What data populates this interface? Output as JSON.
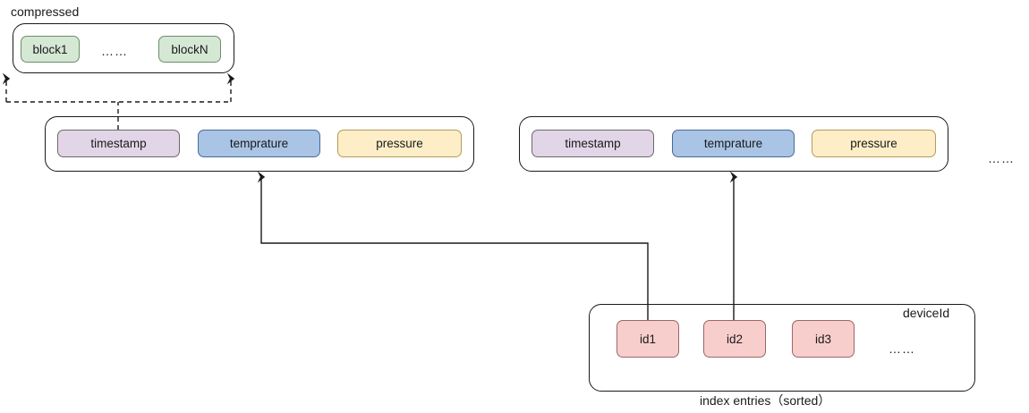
{
  "diagram": {
    "compressed_label": "compressed",
    "far_right_ellipsis": "……",
    "compressed_group": {
      "blocks": [
        {
          "label": "block1"
        },
        {
          "label": "blockN"
        }
      ],
      "inner_ellipsis": "……"
    },
    "chunks": [
      {
        "columns": [
          {
            "label": "timestamp",
            "color": "#e1d5e7"
          },
          {
            "label": "temprature",
            "color": "#a9c4e4"
          },
          {
            "label": "pressure",
            "color": "#fdeec8"
          }
        ]
      },
      {
        "columns": [
          {
            "label": "timestamp",
            "color": "#e1d5e7"
          },
          {
            "label": "temprature",
            "color": "#a9c4e4"
          },
          {
            "label": "pressure",
            "color": "#fdeec8"
          }
        ]
      }
    ],
    "index": {
      "device_label": "deviceId",
      "caption": "index entries（sorted）",
      "entries": [
        {
          "label": "id1"
        },
        {
          "label": "id2"
        },
        {
          "label": "id3"
        }
      ],
      "entries_ellipsis": "……"
    },
    "colors": {
      "stroke": "#1a1a1a",
      "green": "#d5e8d4",
      "purple": "#e1d5e7",
      "blue": "#a9c4e4",
      "yellow": "#fdeec8",
      "pink": "#f8cecc",
      "background": "#ffffff"
    }
  }
}
